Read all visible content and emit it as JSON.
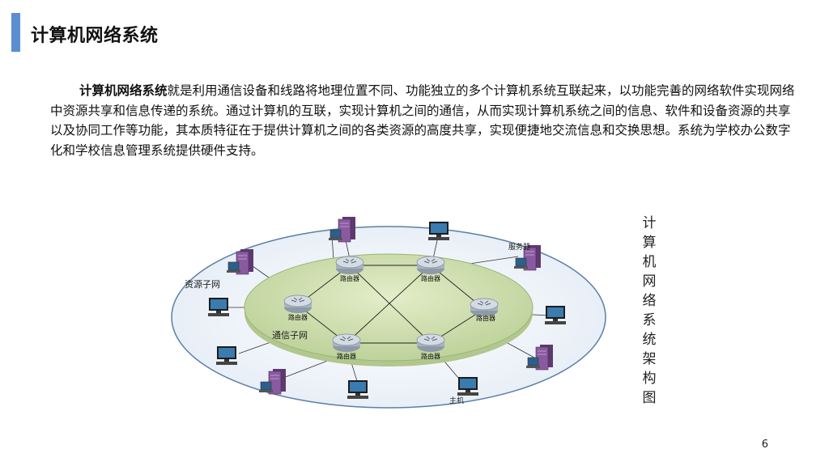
{
  "slide": {
    "title": "计算机网络系统",
    "paragraph_bold": "计算机网络系统",
    "paragraph_rest": "就是利用通信设备和线路将地理位置不同、功能独立的多个计算机系统互联起来，以功能完善的网络软件实现网络中资源共享和信息传递的系统。通过计算机的互联，实现计算机之间的通信，从而实现计算机系统之间的信息、软件和设备资源的共享以及协同工作等功能，其本质特征在于提供计算机之间的各类资源的高度共享，实现便捷地交流信息和交换思想。系统为学校办公数字化和学校信息管理系统提供硬件支持。",
    "page_number": "6"
  },
  "diagram": {
    "labels": {
      "resource_subnet": "资源子网",
      "comm_subnet": "通信子网",
      "server": "服务器",
      "host": "主机",
      "router": "路由器"
    },
    "caption_chars": [
      "计",
      "算",
      "机",
      "网",
      "络",
      "系",
      "统",
      "架",
      "构",
      "图"
    ],
    "colors": {
      "outer_fill": "#eef3fa",
      "inner_fill": "#d3e2b0",
      "router": "#c0cad6",
      "server": "#7a4a8c",
      "monitor": "#1f4f7a"
    }
  }
}
